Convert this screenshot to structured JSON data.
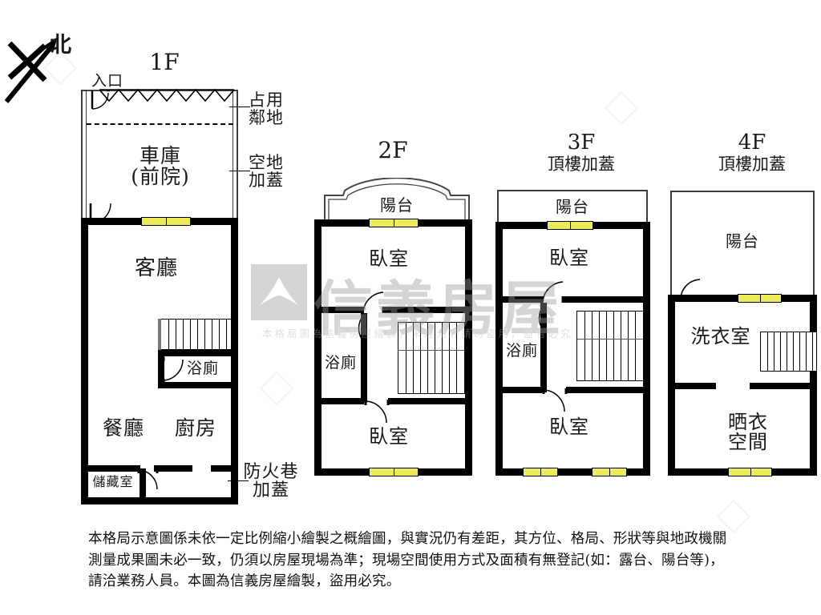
{
  "document": {
    "type": "real-estate-floorplan",
    "brand": "信義房屋",
    "watermark_text": "信義房屋",
    "watermark_subtext": "本格局圖為信義房屋繪製，未經允許請勿盜用，盜者必究",
    "disclaimer": "本格局示意圖係未依一定比例縮小繪製之概繪圖，與實況仍有差距，其方位、格局、形狀等與地政機關測量成果圖未必一致，仍須以房屋現場為準；現場空間使用方式及面積有無登記(如：露台、陽台等)，請洽業務人員。本圖為信義房屋繪製，盜用必究。"
  },
  "compass": {
    "label": "北",
    "direction": "north-east"
  },
  "colors": {
    "wall": "#000000",
    "window": "#ecec5a",
    "thin_line": "#3a3a3a",
    "watermark": "#9d9d9d",
    "background": "#ffffff"
  },
  "floors": [
    {
      "id": "1F",
      "title": "1F",
      "subtitle": "",
      "entrance_label": "入口",
      "rooms": [
        {
          "name": "車庫\n(前院)",
          "key": "garage"
        },
        {
          "name": "客廳",
          "key": "living-room"
        },
        {
          "name": "浴廁",
          "key": "bathroom"
        },
        {
          "name": "餐廳",
          "key": "dining-room"
        },
        {
          "name": "廚房",
          "key": "kitchen"
        },
        {
          "name": "儲藏室",
          "key": "storage-room"
        }
      ],
      "annotations": [
        {
          "text": "占用\n鄰地",
          "key": "occupied-neighbour-land"
        },
        {
          "text": "空地\n加蓋",
          "key": "vacant-land-extension"
        },
        {
          "text": "防火巷\n加蓋",
          "key": "fire-lane-extension"
        }
      ]
    },
    {
      "id": "2F",
      "title": "2F",
      "subtitle": "",
      "rooms": [
        {
          "name": "陽台",
          "key": "balcony"
        },
        {
          "name": "臥室",
          "key": "bedroom-front"
        },
        {
          "name": "浴廁",
          "key": "bathroom"
        },
        {
          "name": "臥室",
          "key": "bedroom-rear"
        }
      ]
    },
    {
      "id": "3F",
      "title": "3F",
      "subtitle": "頂樓加蓋",
      "rooms": [
        {
          "name": "陽台",
          "key": "balcony"
        },
        {
          "name": "臥室",
          "key": "bedroom-front"
        },
        {
          "name": "浴廁",
          "key": "bathroom"
        },
        {
          "name": "臥室",
          "key": "bedroom-rear"
        }
      ]
    },
    {
      "id": "4F",
      "title": "4F",
      "subtitle": "頂樓加蓋",
      "rooms": [
        {
          "name": "陽台",
          "key": "balcony"
        },
        {
          "name": "洗衣室",
          "key": "laundry-room"
        },
        {
          "name": "晒衣\n空間",
          "key": "drying-space"
        }
      ]
    }
  ]
}
